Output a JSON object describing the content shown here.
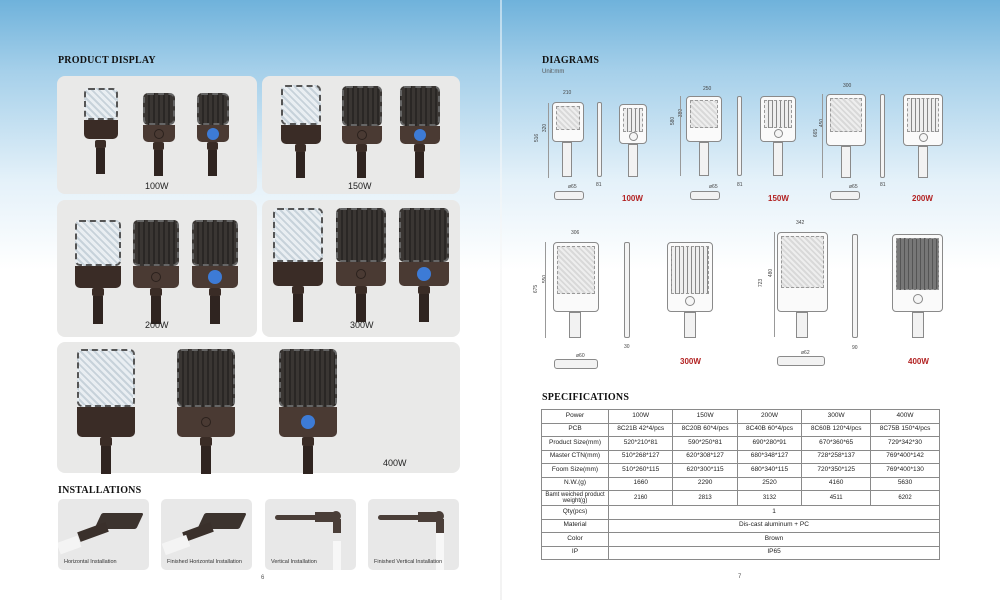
{
  "left_page": {
    "product_display": {
      "title": "PRODUCT DISPLAY",
      "panels": [
        {
          "label": "100W"
        },
        {
          "label": "150W"
        },
        {
          "label": "200W"
        },
        {
          "label": "300W"
        },
        {
          "label": "400W"
        }
      ]
    },
    "installations": {
      "title": "INSTALLATIONS",
      "items": [
        {
          "label": "Horizontal Installation"
        },
        {
          "label": "Finished Horizontal Installation"
        },
        {
          "label": "Vertical Installation"
        },
        {
          "label": "Finished Vertical Installation"
        }
      ]
    },
    "page_number": "6"
  },
  "right_page": {
    "diagrams": {
      "title": "DIAGRAMS",
      "unit": "Unit:mm",
      "models": [
        {
          "label": "100W",
          "width": "210",
          "height_head": "320",
          "height_total": "516",
          "depth": "81",
          "mount": "ø65"
        },
        {
          "label": "150W",
          "width": "250",
          "height_head": "380",
          "height_total": "580",
          "depth": "81",
          "mount": "ø65"
        },
        {
          "label": "200W",
          "width": "300",
          "height_head": "450",
          "height_total": "665",
          "depth": "81",
          "mount": "ø65"
        },
        {
          "label": "300W",
          "width": "306",
          "height_head": "550",
          "height_total": "675",
          "depth": "30",
          "mount": "ø60"
        },
        {
          "label": "400W",
          "width": "342",
          "height_head": "480",
          "height_total": "723",
          "depth": "90",
          "mount": "ø62"
        }
      ]
    },
    "specifications": {
      "title": "SPECIFICATIONS",
      "header": {
        "label": "Power",
        "values": [
          "100W",
          "150W",
          "200W",
          "300W",
          "400W"
        ]
      },
      "rows": [
        {
          "label": "PCB",
          "values": [
            "8C21B 42*4/pcs",
            "8C20B 60*4/pcs",
            "8C40B 60*4/pcs",
            "8C60B 120*4/pcs",
            "8C75B 150*4/pcs"
          ]
        },
        {
          "label": "Product Size(mm)",
          "values": [
            "520*210*81",
            "590*250*81",
            "690*280*91",
            "670*360*65",
            "729*342*30"
          ]
        },
        {
          "label": "Master CTN(mm)",
          "values": [
            "510*268*127",
            "620*308*127",
            "680*348*127",
            "728*258*137",
            "769*400*142"
          ]
        },
        {
          "label": "Foom Size(mm)",
          "values": [
            "510*260*115",
            "620*300*115",
            "680*340*115",
            "720*350*125",
            "769*400*130"
          ]
        },
        {
          "label": "N.W.(g)",
          "values": [
            "1660",
            "2290",
            "2520",
            "4160",
            "5630"
          ]
        },
        {
          "label": "Bamt weiched product weight(g)",
          "values": [
            "2160",
            "2813",
            "3132",
            "4511",
            "6202"
          ]
        }
      ],
      "merged_rows": [
        {
          "label": "Qty(pcs)",
          "value": "1"
        },
        {
          "label": "Material",
          "value": "Dis-cast aluminum + PC"
        },
        {
          "label": "Color",
          "value": "Brown"
        },
        {
          "label": "IP",
          "value": "IP65"
        }
      ]
    },
    "page_number": "7"
  },
  "colors": {
    "header_sky": "#6fb2db",
    "panel_bg": "#e9e9e8",
    "model_label_red": "#b22222",
    "lamp_brown": "#3a2c26",
    "sensor_blue": "#3d7bd6"
  }
}
